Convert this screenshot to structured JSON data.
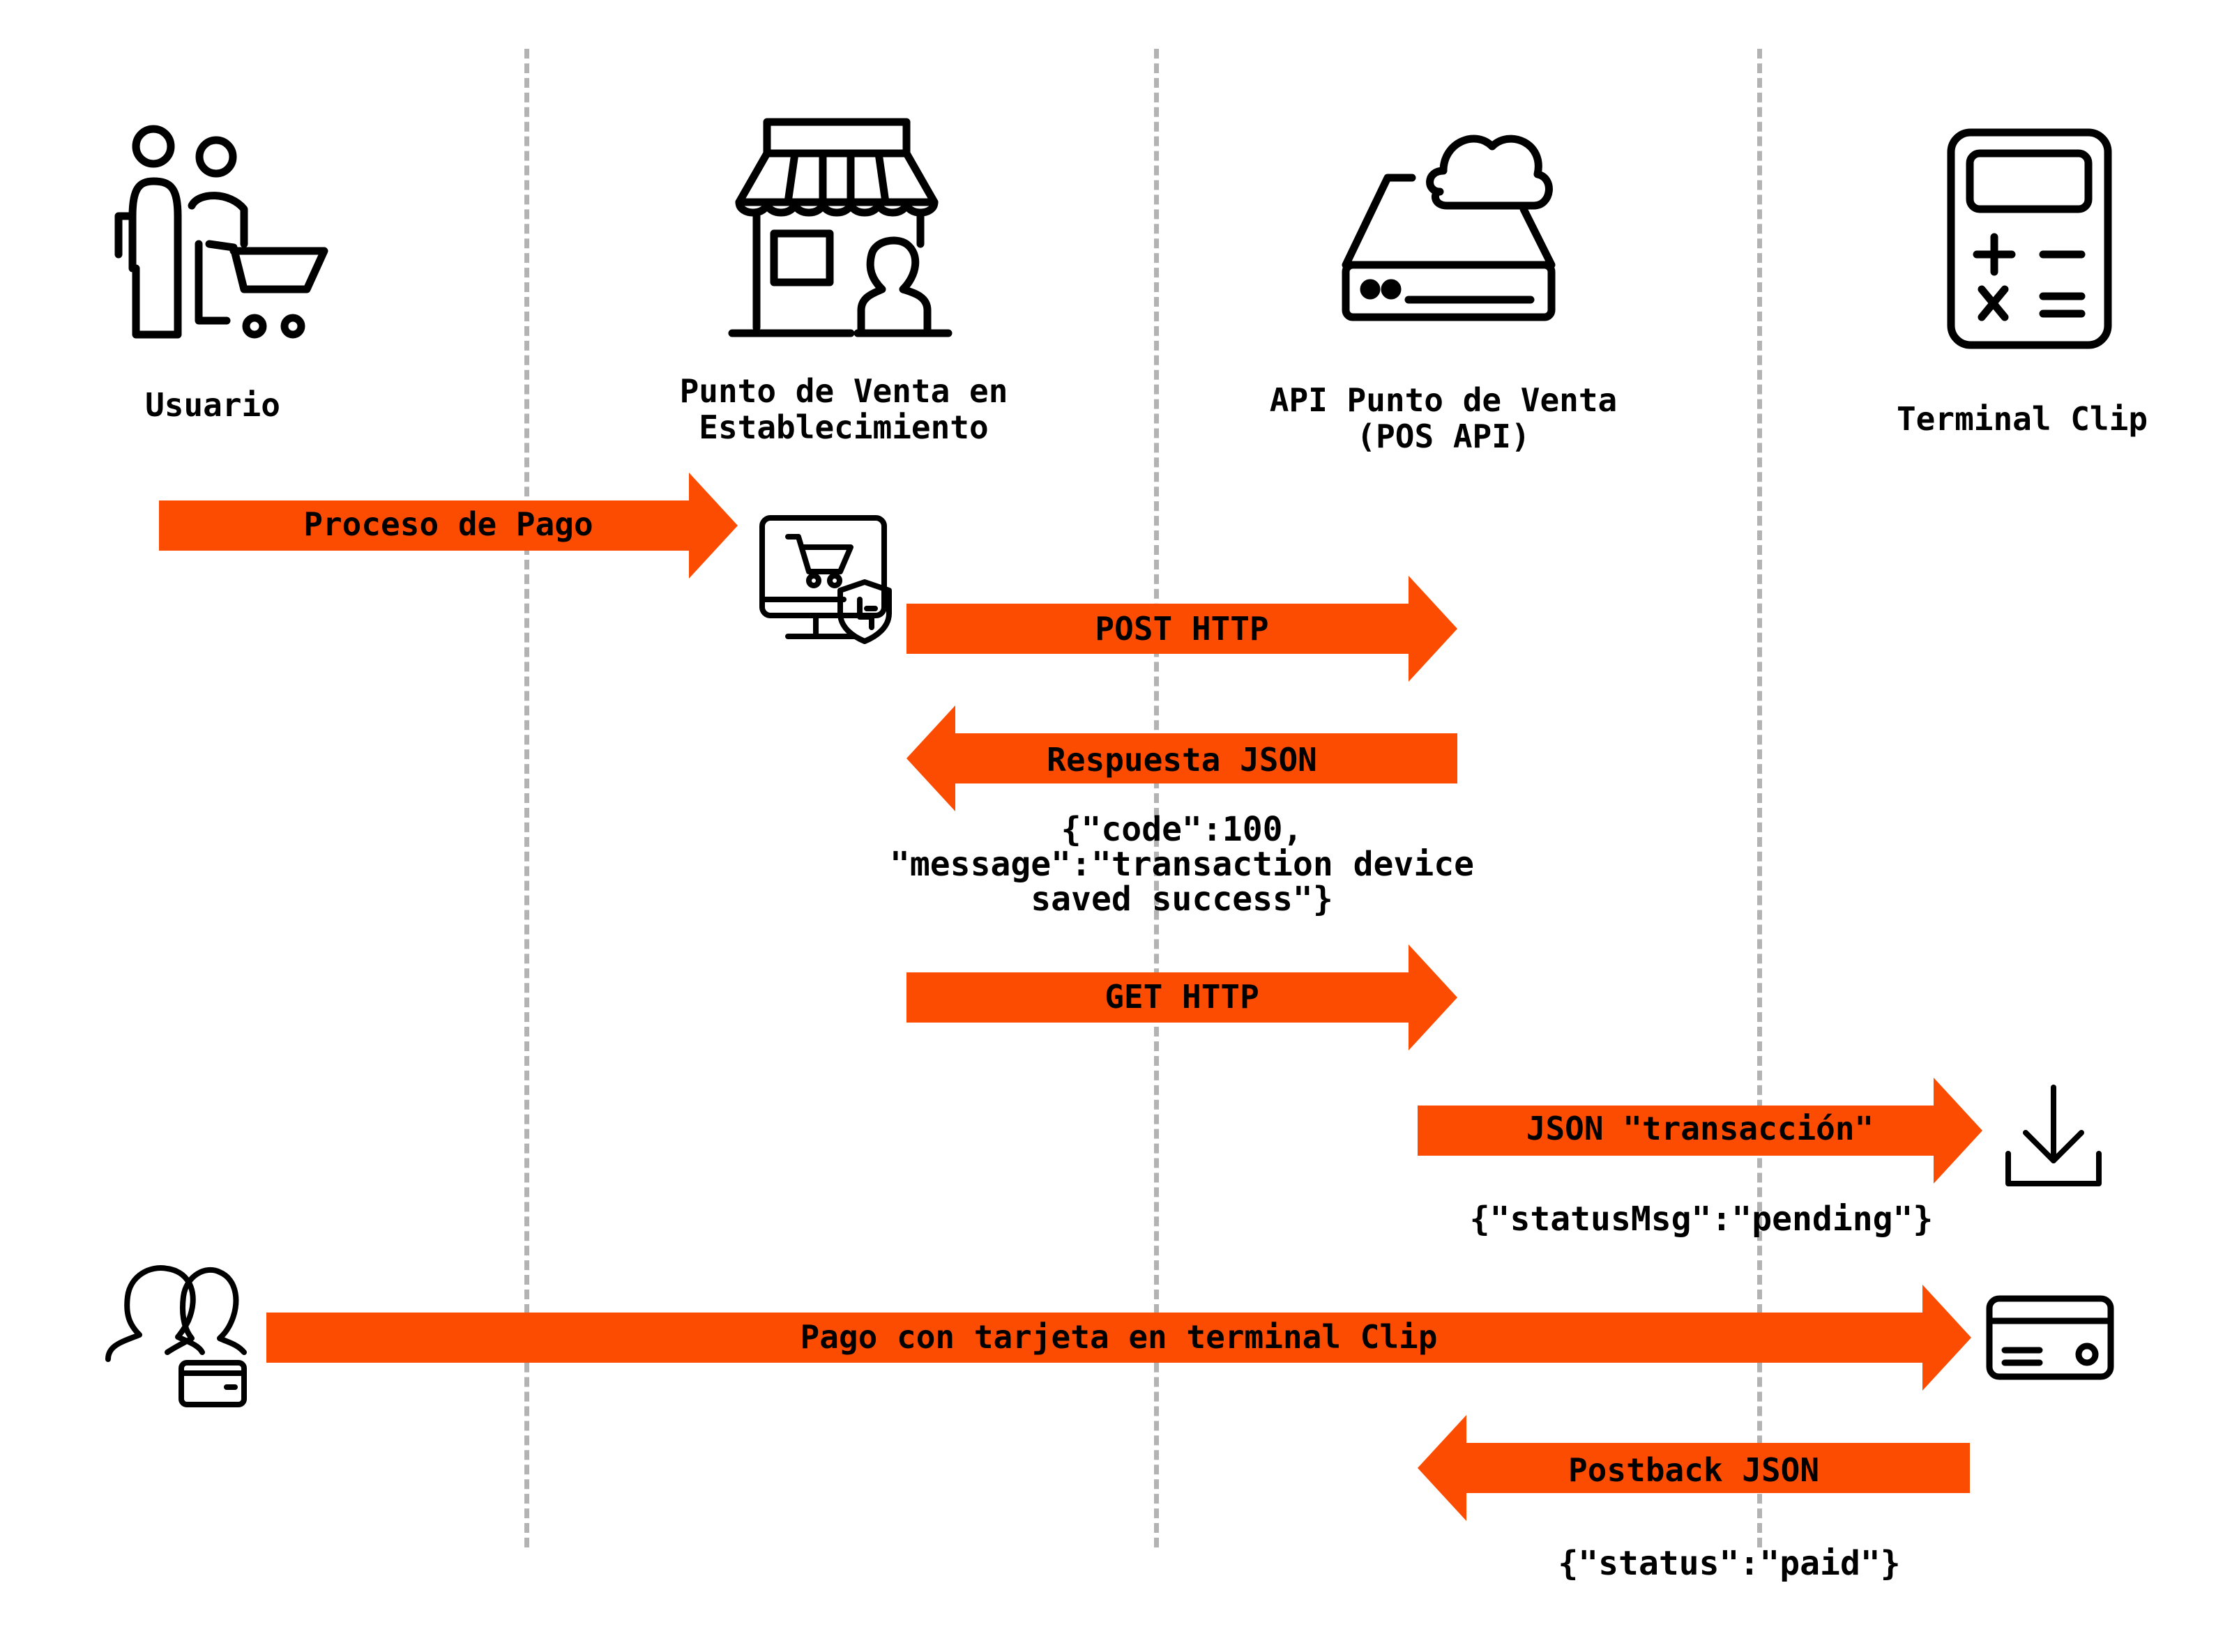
{
  "colors": {
    "arrow": "#fc4c02",
    "lane": "#b3b3b3",
    "ink": "#000000"
  },
  "actors": [
    {
      "label": "Usuario",
      "icon": "people-with-cart-icon"
    },
    {
      "label": "Punto de Venta en\nEstablecimiento",
      "icon": "storefront-with-person-icon"
    },
    {
      "label": "API Punto de Venta\n(POS API)",
      "icon": "cloud-server-icon"
    },
    {
      "label": "Terminal Clip",
      "icon": "calculator-terminal-icon"
    }
  ],
  "messages": [
    {
      "label": "Proceso de Pago",
      "direction": "right"
    },
    {
      "label": "POST HTTP",
      "direction": "right"
    },
    {
      "label": "Respuesta JSON",
      "direction": "left"
    },
    {
      "label": "GET HTTP",
      "direction": "right"
    },
    {
      "label": "JSON \"transacción\"",
      "direction": "right"
    },
    {
      "label": "Pago con tarjeta en terminal Clip",
      "direction": "right"
    },
    {
      "label": "Postback JSON",
      "direction": "left"
    }
  ],
  "payloads": {
    "respuesta": "{\"code\":100,\n\"message\":\"transaction device\nsaved success\"}",
    "transaccion": "{\"statusMsg\":\"pending\"}",
    "postback": "{\"status\":\"paid\"}"
  },
  "step_icons": [
    "secure-shopping-computer-icon",
    "download-icon",
    "credit-card-icon",
    "customers-with-card-icon"
  ]
}
